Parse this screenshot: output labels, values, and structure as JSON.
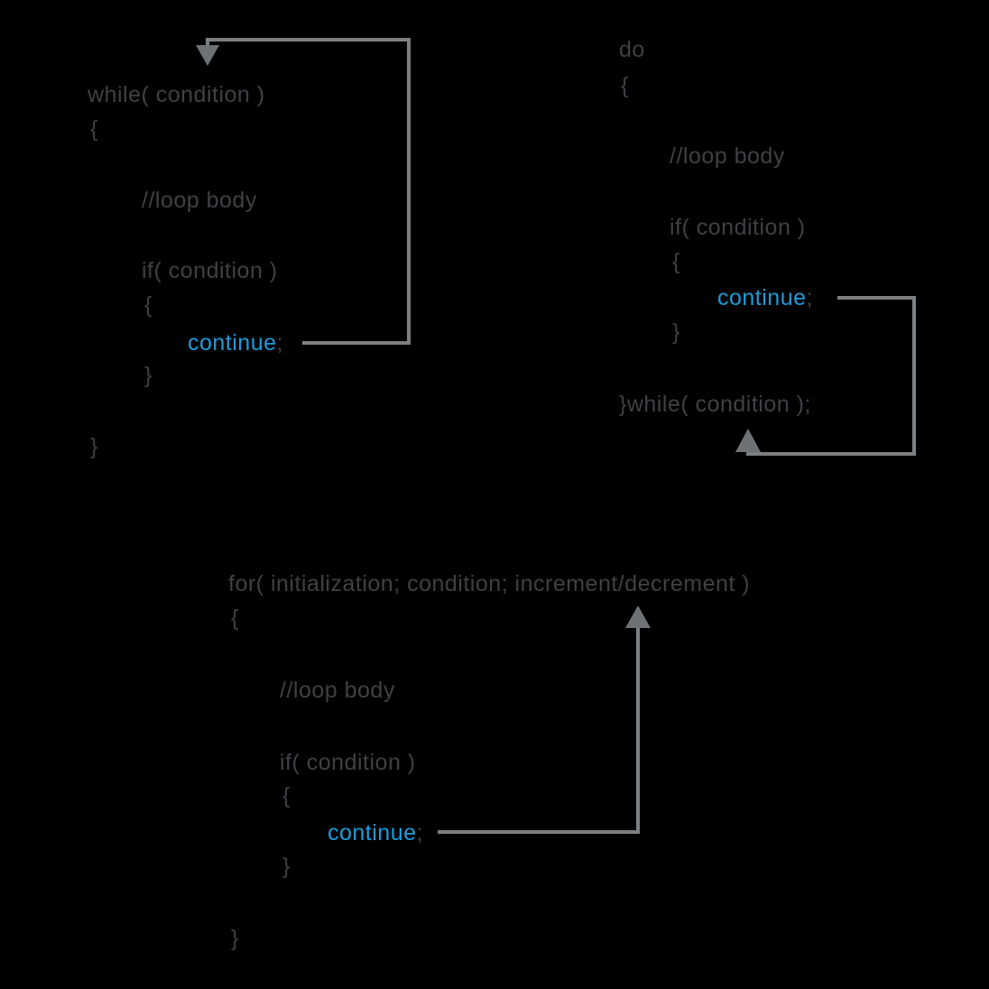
{
  "colors": {
    "background": "#000000",
    "code_text": "#3e4145",
    "keyword_blue": "#1d9bd9",
    "arrow_line": "#7d8083",
    "arrow_head": "#6f7274"
  },
  "blocks": [
    {
      "name": "while-loop",
      "lines": {
        "header": "while( condition )",
        "open_brace": "{",
        "comment": "//loop body",
        "if_statement": "if( condition )",
        "if_open_brace": "{",
        "continue_keyword": "continue",
        "semicolon": ";",
        "if_close_brace": "}",
        "close_brace": "}"
      }
    },
    {
      "name": "do-while-loop",
      "lines": {
        "header": "do",
        "open_brace": "{",
        "comment": "//loop body",
        "if_statement": "if( condition )",
        "if_open_brace": "{",
        "continue_keyword": "continue",
        "semicolon": ";",
        "if_close_brace": "}",
        "footer": "}while( condition );"
      }
    },
    {
      "name": "for-loop",
      "lines": {
        "header": "for( initialization; condition; increment/decrement )",
        "open_brace": "{",
        "comment": "//loop body",
        "if_statement": "if( condition )",
        "if_open_brace": "{",
        "continue_keyword": "continue",
        "semicolon": ";",
        "if_close_brace": "}",
        "close_brace": "}"
      }
    }
  ]
}
